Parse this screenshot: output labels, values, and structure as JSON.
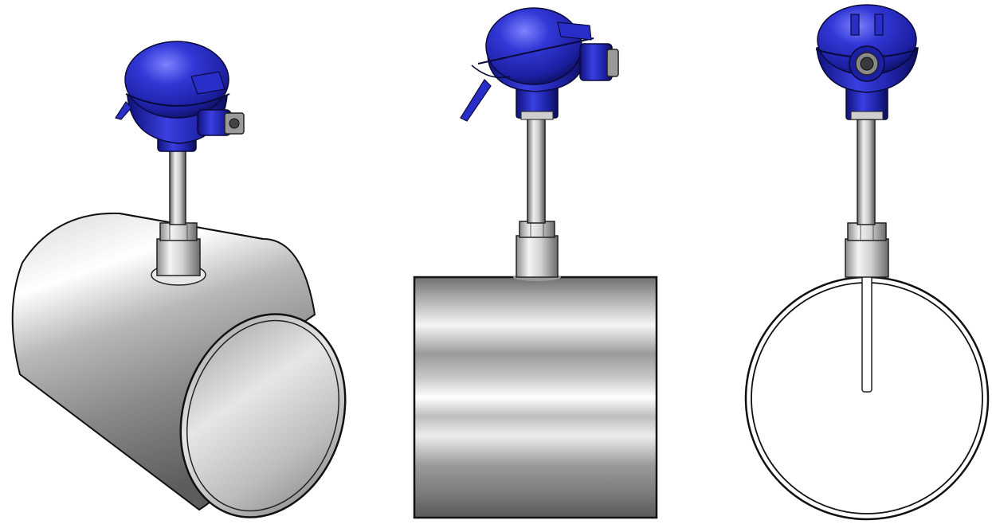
{
  "figure": {
    "views": [
      {
        "id": "isometric",
        "label": ""
      },
      {
        "id": "front",
        "label": ""
      },
      {
        "id": "side",
        "label": ""
      }
    ]
  },
  "colors": {
    "head_blue": "#2a2ec8",
    "head_dark": "#0d0f6e",
    "head_light": "#6b70ff",
    "steel_light": "#f2f2f2",
    "steel_mid": "#bdbdbd",
    "steel_dark": "#6e6e6e",
    "outline": "#111111",
    "background": "#ffffff"
  }
}
